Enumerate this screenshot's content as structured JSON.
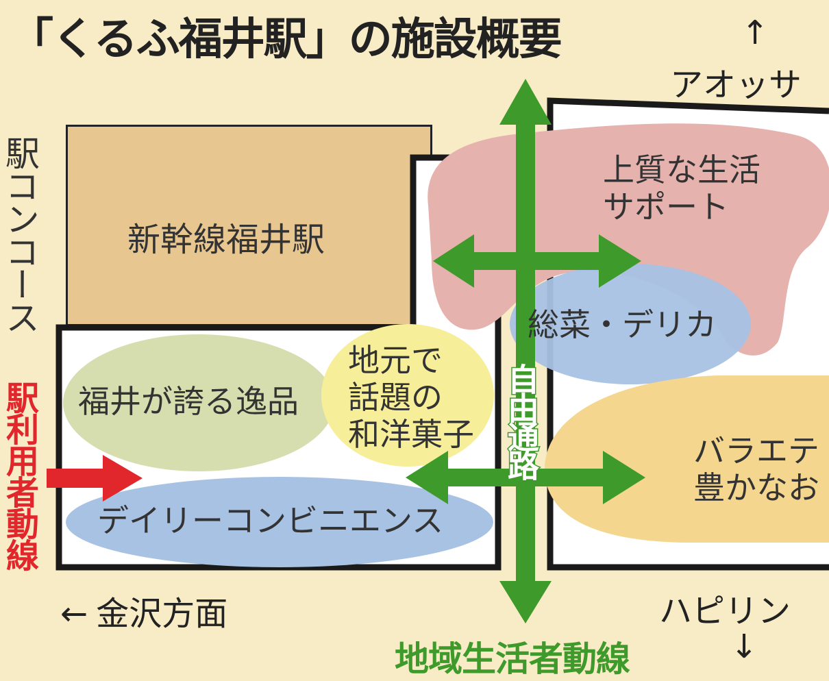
{
  "title": "「くるふ福井駅」の施設概要",
  "shinkansen_station": "新幹線福井駅",
  "station_concourse": "駅コンコース",
  "station_users_flow": "駅利用者動線",
  "free_passage": "自由通路",
  "local_residents_flow": "地域生活者動線",
  "directions": {
    "north": "アオッサ",
    "south": "ハピリン",
    "west": "金沢方面",
    "up_arrow": "↑",
    "down_arrow": "↓",
    "left_arrow": "←"
  },
  "zones": {
    "fukui_specialties": "福井が誇る逸品",
    "local_sweets": [
      "地元で",
      "話題の",
      "和洋菓子"
    ],
    "daily_convenience": "デイリーコンビニエンス",
    "lifestyle_support": [
      "上質な生活",
      "サポート"
    ],
    "deli": "総菜・デリカ",
    "variety": [
      "バラエテ",
      "豊かなお"
    ]
  },
  "colors": {
    "background": "#f8ecc6",
    "shinkansen": "#e8c690",
    "pink_zone": "#e6b2ae",
    "green_zone": "#d6deb0",
    "yellow_zone": "#f6ee98",
    "blue_zone": "#a8c2e4",
    "orange_zone": "#f4d68e",
    "green_arrow": "#3e9a2b",
    "red_arrow": "#e1262c"
  }
}
